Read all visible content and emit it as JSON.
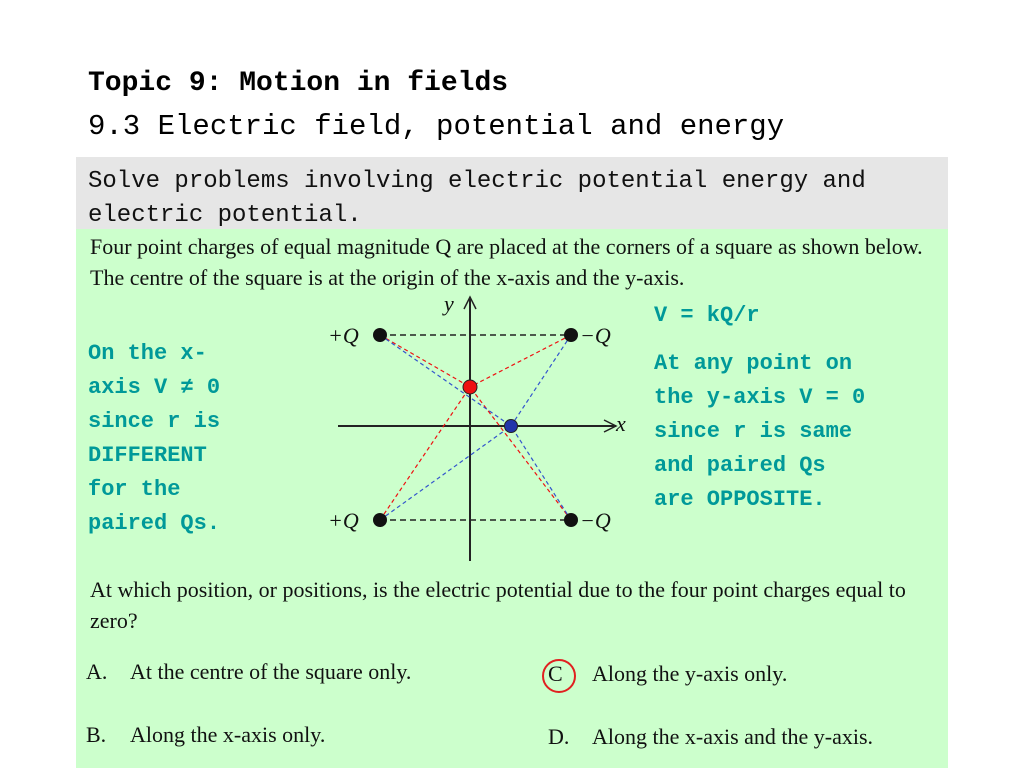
{
  "header": {
    "title": "Topic 9: Motion in fields",
    "subtitle": "9.3 Electric field, potential and energy"
  },
  "objective": {
    "text": "Solve problems involving electric potential energy and electric potential."
  },
  "question": {
    "intro": "Four point charges of equal magnitude Q are placed at the corners of a square as shown below. The centre of the square is at the origin of the x-axis and the y-axis.",
    "ask": "At which position, or positions, is the electric potential due to the four point charges equal to zero?"
  },
  "diagram": {
    "y_axis_label": "y",
    "x_axis_label": "x",
    "charges": {
      "top_left": "+Q",
      "top_right": "−Q",
      "bottom_left": "+Q",
      "bottom_right": "−Q"
    },
    "colors": {
      "y_point": "#ee1111",
      "x_point": "#2233aa",
      "y_lines": "#ee1111",
      "x_lines": "#3355cc"
    }
  },
  "annotations": {
    "formula": "V = kQ/r",
    "left_note": "On the x-\naxis V ≠ 0\nsince r is\nDIFFERENT\nfor the\npaired Qs.",
    "right_note": "At any point on\nthe y-axis V = 0\nsince r is same\nand paired Qs\nare OPPOSITE.",
    "color": "#009999"
  },
  "options": [
    {
      "letter": "A.",
      "text": "At the centre of the square only."
    },
    {
      "letter": "B.",
      "text": "Along the x-axis only."
    },
    {
      "letter": "C",
      "text": "Along the y-axis only."
    },
    {
      "letter": "D.",
      "text": "Along the x-axis and the y-axis."
    }
  ],
  "answer_marker": {
    "option": "C",
    "color": "#e02020"
  }
}
